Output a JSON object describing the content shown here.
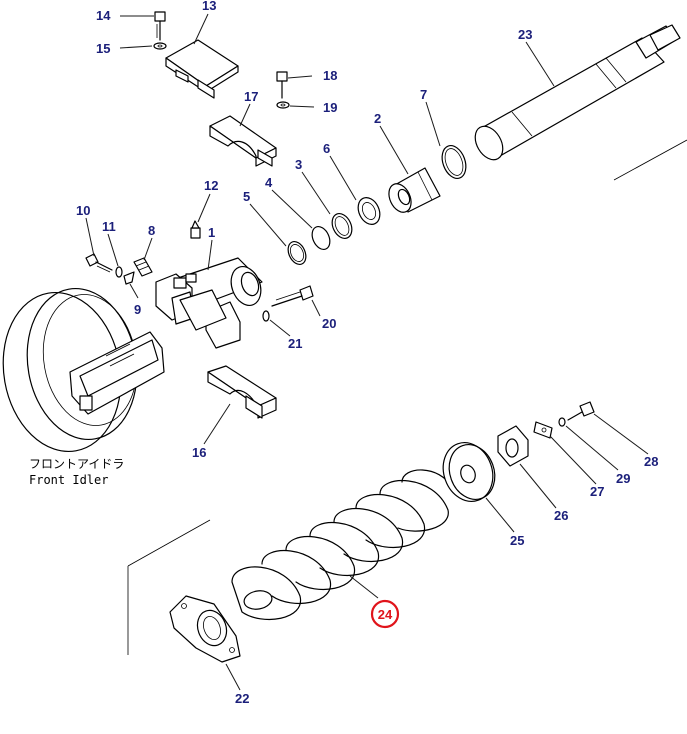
{
  "diagram": {
    "callouts": [
      {
        "key": "p14",
        "text": "14"
      },
      {
        "key": "p13",
        "text": "13"
      },
      {
        "key": "p15",
        "text": "15"
      },
      {
        "key": "p18",
        "text": "18"
      },
      {
        "key": "p19",
        "text": "19"
      },
      {
        "key": "p17",
        "text": "17"
      },
      {
        "key": "p23",
        "text": "23"
      },
      {
        "key": "p7",
        "text": "7"
      },
      {
        "key": "p2",
        "text": "2"
      },
      {
        "key": "p6",
        "text": "6"
      },
      {
        "key": "p3",
        "text": "3"
      },
      {
        "key": "p4",
        "text": "4"
      },
      {
        "key": "p5",
        "text": "5"
      },
      {
        "key": "p12",
        "text": "12"
      },
      {
        "key": "p10",
        "text": "10"
      },
      {
        "key": "p11",
        "text": "11"
      },
      {
        "key": "p8",
        "text": "8"
      },
      {
        "key": "p1",
        "text": "1"
      },
      {
        "key": "p9",
        "text": "9"
      },
      {
        "key": "p20",
        "text": "20"
      },
      {
        "key": "p21",
        "text": "21"
      },
      {
        "key": "p16",
        "text": "16"
      },
      {
        "key": "p28",
        "text": "28"
      },
      {
        "key": "p29",
        "text": "29"
      },
      {
        "key": "p27",
        "text": "27"
      },
      {
        "key": "p26",
        "text": "26"
      },
      {
        "key": "p25",
        "text": "25"
      },
      {
        "key": "p22",
        "text": "22"
      }
    ],
    "highlight": {
      "text": "24",
      "color": "#e0141b"
    },
    "front_idler_label_jp": "フロントアイドラ",
    "front_idler_label_en": "Front Idler",
    "line_color": "#000000",
    "callout_color": "#1b1f7a"
  }
}
